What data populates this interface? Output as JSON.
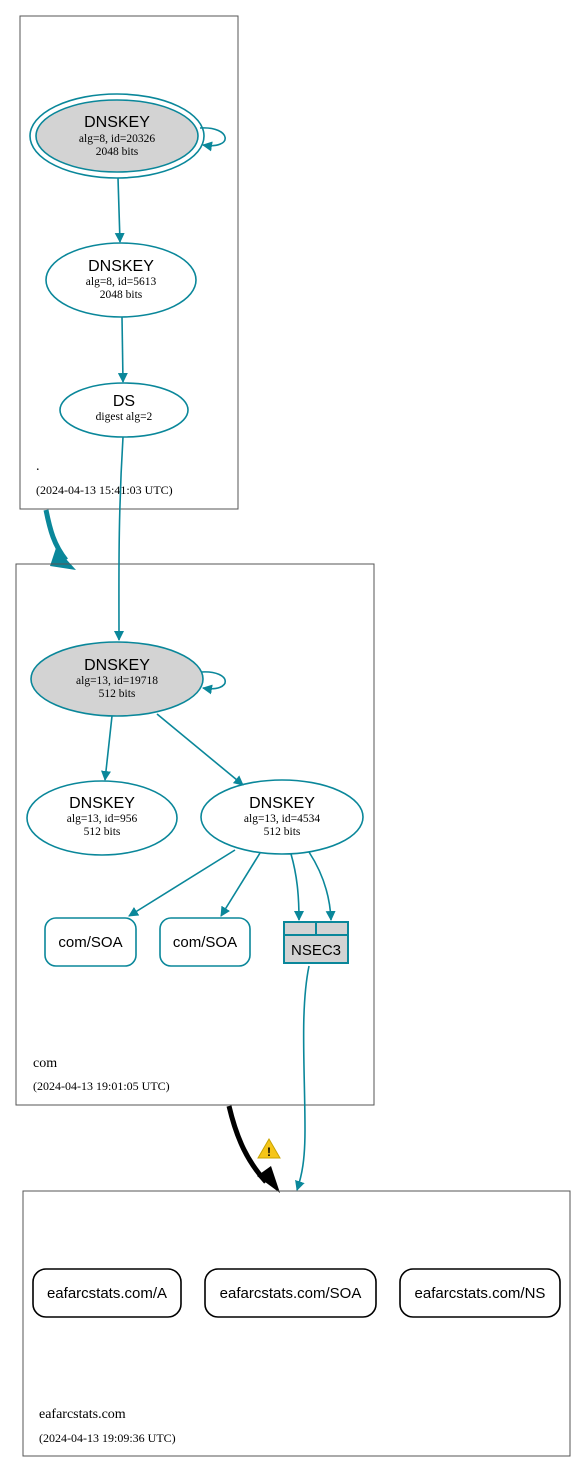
{
  "colors": {
    "teal": "#0a879a",
    "ksk_fill": "#d3d3d3",
    "box_stroke": "#555555",
    "black": "#000000",
    "warning": "#f5c518"
  },
  "zones": [
    {
      "name": ".",
      "timestamp": "(2024-04-13 15:41:03 UTC)",
      "nodes": [
        {
          "title": "DNSKEY",
          "line1": "alg=8, id=20326",
          "line2": "2048 bits"
        },
        {
          "title": "DNSKEY",
          "line1": "alg=8, id=5613",
          "line2": "2048 bits"
        },
        {
          "title": "DS",
          "line1": "digest alg=2"
        }
      ]
    },
    {
      "name": "com",
      "timestamp": "(2024-04-13 19:01:05 UTC)",
      "nodes": [
        {
          "title": "DNSKEY",
          "line1": "alg=13, id=19718",
          "line2": "512 bits"
        },
        {
          "title": "DNSKEY",
          "line1": "alg=13, id=956",
          "line2": "512 bits"
        },
        {
          "title": "DNSKEY",
          "line1": "alg=13, id=4534",
          "line2": "512 bits"
        }
      ],
      "rrsets": [
        "com/SOA",
        "com/SOA"
      ],
      "nsec": "NSEC3"
    },
    {
      "name": "eafarcstats.com",
      "timestamp": "(2024-04-13 19:09:36 UTC)",
      "rrsets": [
        "eafarcstats.com/A",
        "eafarcstats.com/SOA",
        "eafarcstats.com/NS"
      ]
    }
  ],
  "icons": {
    "warning": "warning-triangle-icon"
  }
}
